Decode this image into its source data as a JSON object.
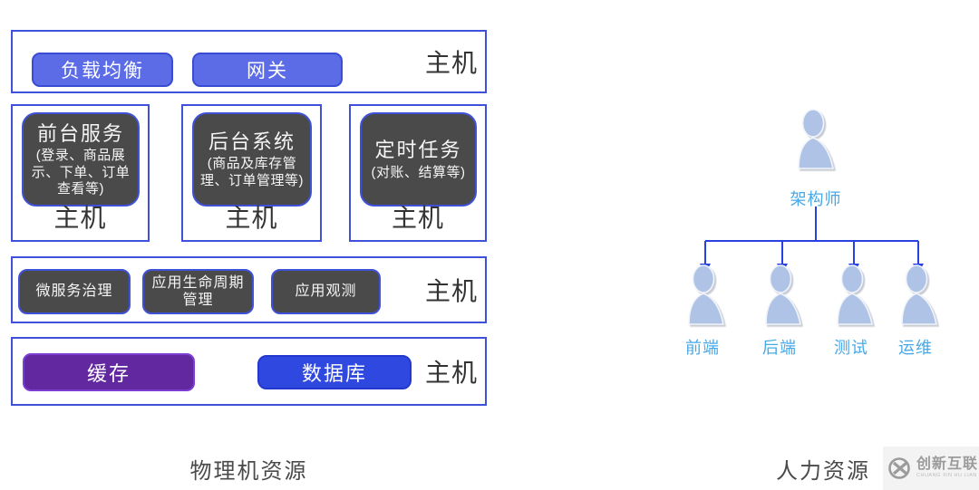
{
  "left": {
    "caption": "物理机资源",
    "host_label": "主机",
    "row1": {
      "buttons": {
        "load_balancer": "负载均衡",
        "gateway": "网关"
      }
    },
    "row2": [
      {
        "title": "前台服务",
        "subtitle": "(登录、商品展示、下单、订单查看等)"
      },
      {
        "title": "后台系统",
        "subtitle": "(商品及库存管理、订单管理等)"
      },
      {
        "title": "定时任务",
        "subtitle": "(对账、结算等)"
      }
    ],
    "row3": {
      "chips": [
        "微服务治理",
        "应用生命周期管理",
        "应用观测"
      ]
    },
    "row4": {
      "cache": "缓存",
      "database": "数据库"
    }
  },
  "right": {
    "caption": "人力资源",
    "root": "架构师",
    "children": [
      "前端",
      "后端",
      "测试",
      "运维"
    ]
  },
  "watermark": {
    "name": "创新互联",
    "sub": "CHUANG XIN HU LIAN"
  },
  "icons": {
    "person": "person-icon",
    "watermark_mark": "cx-ring-icon",
    "arrow": "arrow-down-marker"
  },
  "colors": {
    "box_border": "#3f51d9",
    "button_fill": "#5b6ce6",
    "button_border": "#3a4bd4",
    "dark_fill": "#4a4a4a",
    "purple_fill": "#61289f",
    "purple_border": "#7c3ed2",
    "db_fill": "#2f49e0",
    "db_border": "#2437cf",
    "host_text": "#333333",
    "line_blue": "#2742e0",
    "person_fill": "#aec3e5",
    "person_label": "#47a8e8",
    "caption_text": "#4a4a4a",
    "watermark_gray": "#9b9b9b"
  }
}
